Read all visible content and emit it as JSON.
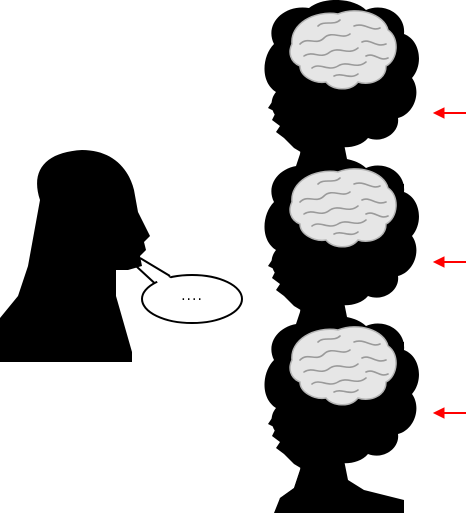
{
  "speaker": {
    "speech_bubble_text": "...."
  },
  "listeners": [
    {
      "id": "listener-1",
      "arrow": "red-arrow-icon"
    },
    {
      "id": "listener-2",
      "arrow": "red-arrow-icon"
    },
    {
      "id": "listener-3",
      "arrow": "red-arrow-icon"
    }
  ],
  "colors": {
    "silhouette": "#000000",
    "brain": "#e6e6e6",
    "brain_fold": "#9a9a9a",
    "arrow": "#ff0000",
    "bubble_fill": "#ffffff",
    "bubble_stroke": "#000000"
  }
}
